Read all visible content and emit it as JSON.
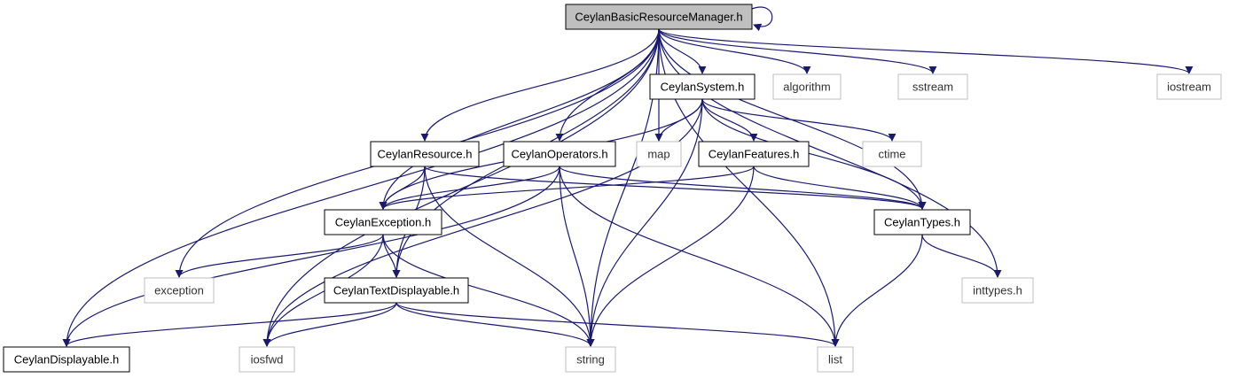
{
  "graph": {
    "nodes": {
      "root": {
        "label": "CeylanBasicResourceManager.h",
        "kind": "root"
      },
      "system": {
        "label": "CeylanSystem.h",
        "kind": "local"
      },
      "algorithm": {
        "label": "algorithm",
        "kind": "system"
      },
      "sstream": {
        "label": "sstream",
        "kind": "system"
      },
      "iostream": {
        "label": "iostream",
        "kind": "system"
      },
      "resource": {
        "label": "CeylanResource.h",
        "kind": "local"
      },
      "operators": {
        "label": "CeylanOperators.h",
        "kind": "local"
      },
      "map": {
        "label": "map",
        "kind": "system"
      },
      "features": {
        "label": "CeylanFeatures.h",
        "kind": "local"
      },
      "ctime": {
        "label": "ctime",
        "kind": "system"
      },
      "exception_h": {
        "label": "CeylanException.h",
        "kind": "local"
      },
      "types": {
        "label": "CeylanTypes.h",
        "kind": "local"
      },
      "exception": {
        "label": "exception",
        "kind": "system"
      },
      "textdisplayable": {
        "label": "CeylanTextDisplayable.h",
        "kind": "local"
      },
      "inttypes": {
        "label": "inttypes.h",
        "kind": "system"
      },
      "displayable": {
        "label": "CeylanDisplayable.h",
        "kind": "local"
      },
      "iosfwd": {
        "label": "iosfwd",
        "kind": "system"
      },
      "string": {
        "label": "string",
        "kind": "system"
      },
      "list": {
        "label": "list",
        "kind": "system"
      }
    },
    "edges": [
      [
        "root",
        "root"
      ],
      [
        "root",
        "system"
      ],
      [
        "root",
        "algorithm"
      ],
      [
        "root",
        "sstream"
      ],
      [
        "root",
        "iostream"
      ],
      [
        "root",
        "resource"
      ],
      [
        "root",
        "operators"
      ],
      [
        "root",
        "map"
      ],
      [
        "root",
        "exception_h"
      ],
      [
        "root",
        "types"
      ],
      [
        "root",
        "exception"
      ],
      [
        "root",
        "textdisplayable"
      ],
      [
        "root",
        "inttypes"
      ],
      [
        "root",
        "displayable"
      ],
      [
        "root",
        "iosfwd"
      ],
      [
        "root",
        "string"
      ],
      [
        "root",
        "list"
      ],
      [
        "system",
        "map"
      ],
      [
        "system",
        "features"
      ],
      [
        "system",
        "ctime"
      ],
      [
        "system",
        "types"
      ],
      [
        "system",
        "exception_h"
      ],
      [
        "system",
        "iosfwd"
      ],
      [
        "system",
        "string"
      ],
      [
        "resource",
        "exception_h"
      ],
      [
        "resource",
        "textdisplayable"
      ],
      [
        "resource",
        "types"
      ],
      [
        "resource",
        "string"
      ],
      [
        "operators",
        "exception_h"
      ],
      [
        "operators",
        "types"
      ],
      [
        "operators",
        "string"
      ],
      [
        "operators",
        "list"
      ],
      [
        "operators",
        "displayable"
      ],
      [
        "features",
        "exception_h"
      ],
      [
        "features",
        "types"
      ],
      [
        "features",
        "string"
      ],
      [
        "exception_h",
        "exception"
      ],
      [
        "exception_h",
        "textdisplayable"
      ],
      [
        "exception_h",
        "iosfwd"
      ],
      [
        "exception_h",
        "string"
      ],
      [
        "types",
        "inttypes"
      ],
      [
        "types",
        "list"
      ],
      [
        "textdisplayable",
        "displayable"
      ],
      [
        "textdisplayable",
        "iosfwd"
      ],
      [
        "textdisplayable",
        "string"
      ],
      [
        "textdisplayable",
        "list"
      ]
    ]
  }
}
